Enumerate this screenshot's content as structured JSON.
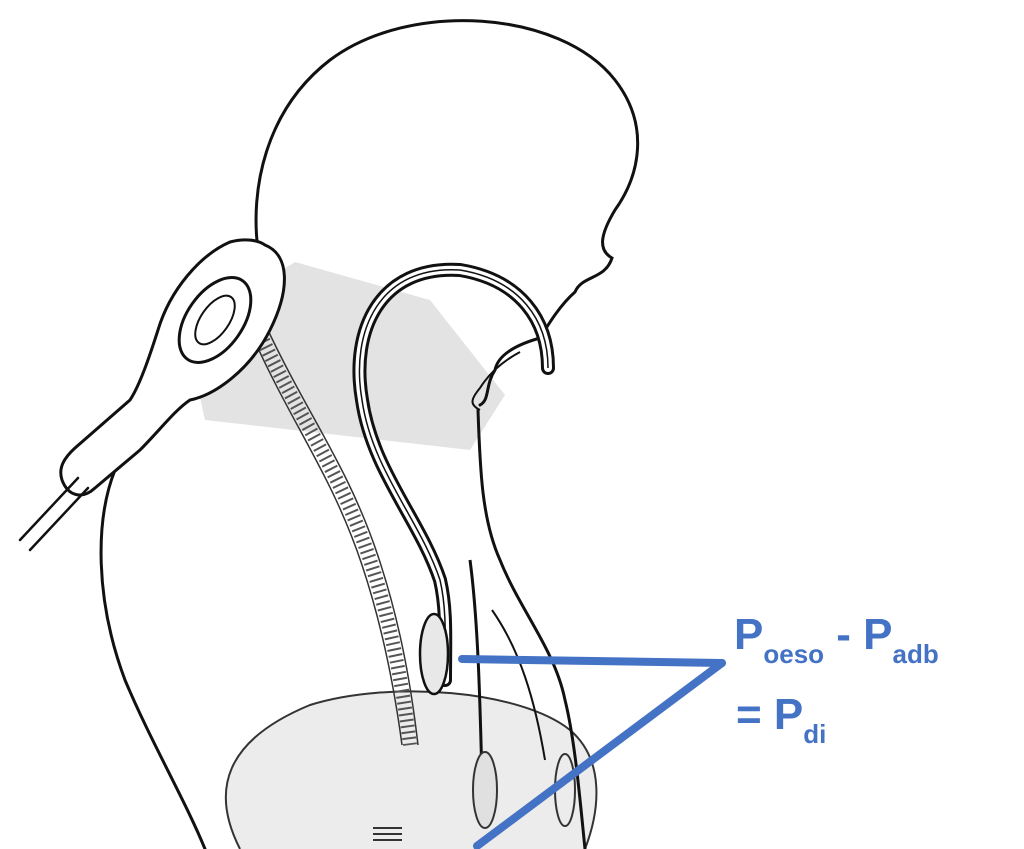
{
  "annotation": {
    "line1": {
      "p1": "P",
      "sub1": "oeso",
      "minus": " - ",
      "p2": "P",
      "sub2": "adb"
    },
    "line2": {
      "equals": "= ",
      "p": "P",
      "sub": "di"
    }
  },
  "colors": {
    "annotation": "#4472C4",
    "outline": "#111111",
    "shading": "#d9d9d9",
    "balloon_fill": "#e8e8e8"
  }
}
